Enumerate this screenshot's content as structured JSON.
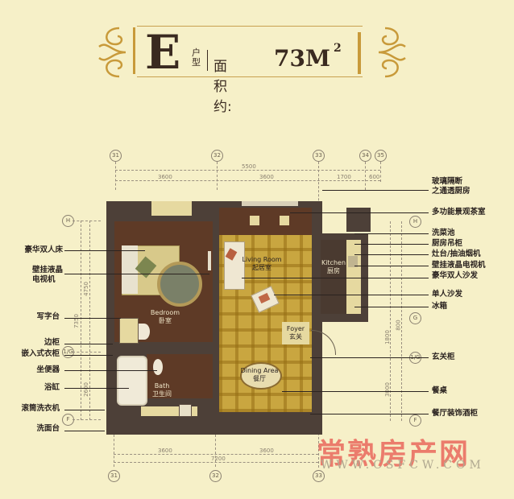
{
  "title": {
    "unit_letter": "E",
    "unit_type_label": "户型",
    "area_label": "面积约:",
    "area_value": "73M",
    "area_superscript": "2"
  },
  "axes": {
    "top": [
      "31",
      "32",
      "33",
      "34",
      "35"
    ],
    "bottom": [
      "31",
      "32",
      "33"
    ],
    "left": [
      "H",
      "1/G",
      "F"
    ],
    "right": [
      "H",
      "G",
      "1/G",
      "F"
    ]
  },
  "dimensions": {
    "top_total": "5500",
    "top_segments": [
      "3600",
      "3600",
      "1700",
      "600"
    ],
    "bottom_segments": [
      "3600",
      "3600"
    ],
    "bottom_total": "7200",
    "left_total": "7350",
    "left_segments": [
      "4750",
      "2600"
    ],
    "right_segments": [
      "800",
      "1800",
      "3000"
    ]
  },
  "rooms": {
    "bedroom": {
      "en": "Bedroom",
      "cn": "卧室"
    },
    "living": {
      "en": "Living Room",
      "cn": "起居室"
    },
    "kitchen": {
      "en": "Kitchen",
      "cn": "厨房"
    },
    "foyer": {
      "en": "Foyer",
      "cn": "玄关"
    },
    "dining": {
      "en": "Dining Area",
      "cn": "餐厅"
    },
    "bath": {
      "en": "Bath",
      "cn": "卫生间"
    }
  },
  "callouts_left": [
    "豪华双人床",
    "壁挂液晶\n电视机",
    "写字台",
    "边柜",
    "嵌入式衣柜",
    "坐便器",
    "浴缸",
    "滚筒洗衣机",
    "洗面台"
  ],
  "callouts_right": [
    "玻璃隔断\n之通透厨房",
    "多功能景观茶室",
    "洗菜池",
    "厨房吊柜",
    "灶台/抽油烟机",
    "壁挂液晶电视机",
    "豪华双人沙发",
    "单人沙发",
    "冰箱",
    "玄关柜",
    "餐桌",
    "餐厅装饰酒柜"
  ],
  "watermark": {
    "cn": "常熟房产网",
    "en": "WWW.CSFCW.COM"
  },
  "colors": {
    "background": "#f6f0c8",
    "wall": "#4d4038",
    "floor_dark": "#5e3a26",
    "floor_gold": "#c9a640",
    "ornament_gold": "#c89a3a",
    "watermark_red": "#e8504a"
  }
}
